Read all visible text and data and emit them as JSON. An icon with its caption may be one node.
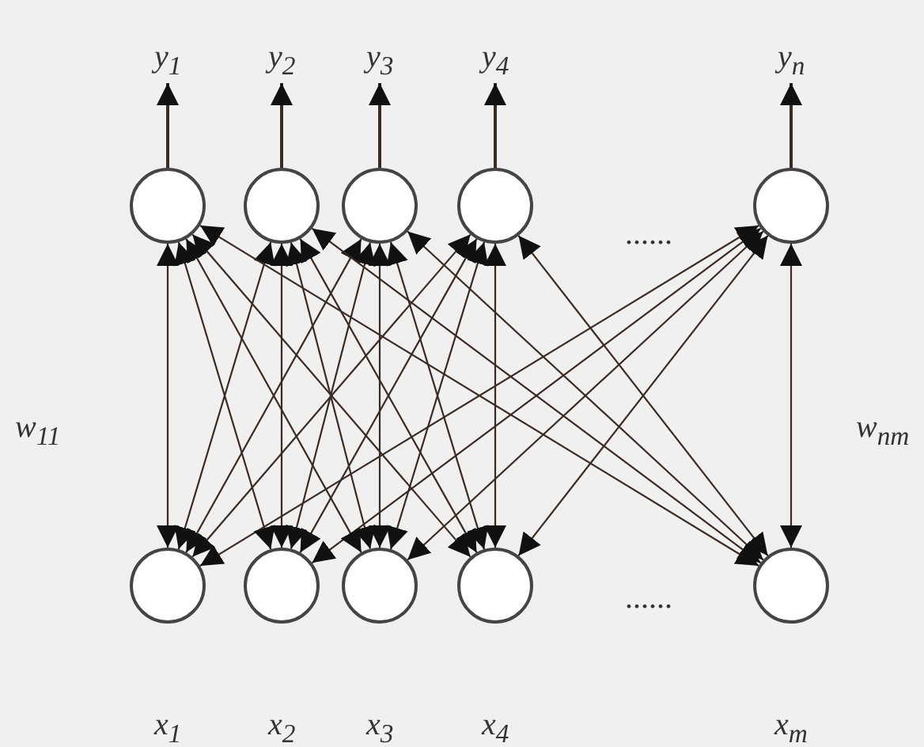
{
  "diagram": {
    "nodes": [
      {
        "text": [],
        "shape": "circle"
      },
      {
        "text": [],
        "shape": "circle"
      },
      {
        "text": [],
        "shape": "circle"
      },
      {
        "text": [],
        "shape": "circle"
      },
      {
        "text": [],
        "shape": "circle"
      },
      {
        "text": [],
        "shape": "circle",
        "beside": [
          "x$_{1}$"
        ]
      },
      {
        "text": [],
        "shape": "circle",
        "beside": [
          "x$_{2}$"
        ]
      },
      {
        "text": [],
        "shape": "circle",
        "beside": [
          "x$_{3}$"
        ]
      },
      {
        "text": [],
        "shape": "circle",
        "beside": [
          "x$_{4}$"
        ]
      },
      {
        "text": [],
        "shape": "circle",
        "beside": [
          "x$_{m}$"
        ]
      },
      {
        "text": [
          "y$_{1}$"
        ]
      },
      {
        "text": [
          "y$_{2}$"
        ]
      },
      {
        "text": [
          "y$_{3}$"
        ]
      },
      {
        "text": [
          "y$_{4}$"
        ]
      },
      {
        "text": [
          "y$_{n}$"
        ]
      }
    ],
    "edges": [
      {
        "from": 0,
        "to": 10,
        "arrow": "to"
      },
      {
        "from": 1,
        "to": 11,
        "arrow": "to"
      },
      {
        "from": 2,
        "to": 12,
        "arrow": "to"
      },
      {
        "from": 3,
        "to": 13,
        "arrow": "to"
      },
      {
        "from": 4,
        "to": 14,
        "arrow": "to"
      },
      {
        "from": 5,
        "to": 0,
        "arrow": "both"
      },
      {
        "from": 5,
        "to": 1,
        "arrow": "both"
      },
      {
        "from": 5,
        "to": 2,
        "arrow": "both"
      },
      {
        "from": 5,
        "to": 3,
        "arrow": "both"
      },
      {
        "from": 5,
        "to": 4,
        "arrow": "both"
      },
      {
        "from": 6,
        "to": 0,
        "arrow": "both"
      },
      {
        "from": 6,
        "to": 1,
        "arrow": "both"
      },
      {
        "from": 6,
        "to": 2,
        "arrow": "both"
      },
      {
        "from": 6,
        "to": 3,
        "arrow": "both"
      },
      {
        "from": 6,
        "to": 4,
        "arrow": "both"
      },
      {
        "from": 7,
        "to": 0,
        "arrow": "both"
      },
      {
        "from": 7,
        "to": 1,
        "arrow": "both"
      },
      {
        "from": 7,
        "to": 2,
        "arrow": "both"
      },
      {
        "from": 7,
        "to": 3,
        "arrow": "both"
      },
      {
        "from": 7,
        "to": 4,
        "arrow": "both"
      },
      {
        "from": 8,
        "to": 0,
        "arrow": "both"
      },
      {
        "from": 8,
        "to": 1,
        "arrow": "both"
      },
      {
        "from": 8,
        "to": 2,
        "arrow": "both"
      },
      {
        "from": 8,
        "to": 3,
        "arrow": "both"
      },
      {
        "from": 8,
        "to": 4,
        "arrow": "both"
      },
      {
        "from": 9,
        "to": 0,
        "arrow": "both"
      },
      {
        "from": 9,
        "to": 1,
        "arrow": "both"
      },
      {
        "from": 9,
        "to": 2,
        "arrow": "both"
      },
      {
        "from": 9,
        "to": 3,
        "arrow": "both"
      },
      {
        "from": 9,
        "to": 4,
        "arrow": "both"
      }
    ],
    "labels": [
      "......",
      "w$_{11}$",
      "w$_{nm}$",
      "......"
    ]
  }
}
